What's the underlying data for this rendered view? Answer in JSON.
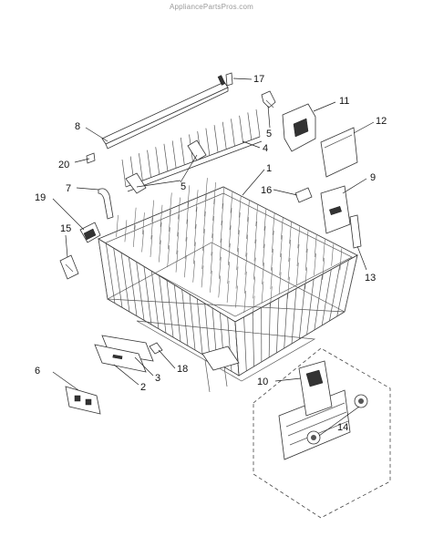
{
  "watermark": "AppliancePartsPros.com",
  "callouts": {
    "c1": "1",
    "c2": "2",
    "c3": "3",
    "c4": "4",
    "c5a": "5",
    "c5b": "5",
    "c6": "6",
    "c7": "7",
    "c8": "8",
    "c9": "9",
    "c10": "10",
    "c11": "11",
    "c12": "12",
    "c13": "13",
    "c14": "14",
    "c15": "15",
    "c16": "16",
    "c17": "17",
    "c18": "18",
    "c19": "19",
    "c20": "20"
  }
}
